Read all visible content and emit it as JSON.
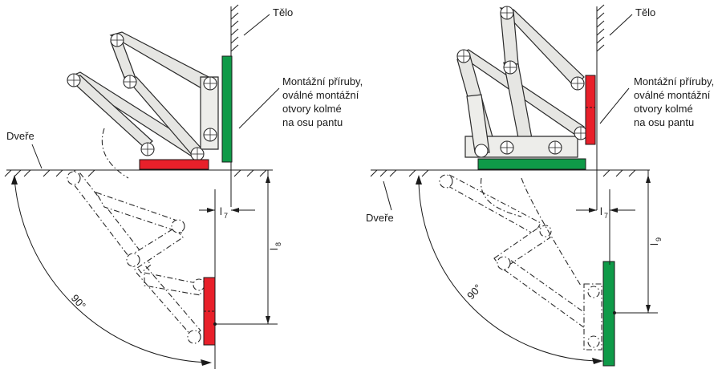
{
  "labels": {
    "left": {
      "body": "Tělo",
      "flange": [
        "Montážní příruby,",
        "oválné montážní",
        "otvory kolmé",
        "na osu pantu"
      ],
      "door": "Dveře",
      "dim_l7": "l",
      "dim_l7_sub": "7",
      "dim_l8": "l",
      "dim_l8_sub": "8",
      "angle": "90°"
    },
    "right": {
      "body": "Tělo",
      "flange": [
        "Montážní příruby,",
        "oválné montážní",
        "otvory kolmé",
        "na osu pantu"
      ],
      "door": "Dveře",
      "dim_l7": "l",
      "dim_l7_sub": "7",
      "dim_l9": "l",
      "dim_l9_sub": "9",
      "angle": "90°"
    }
  },
  "colors": {
    "flange_red": "#e8202a",
    "flange_green": "#0f9a48",
    "arm_fill": "#e6e6e3",
    "line": "#1a1a1a"
  }
}
